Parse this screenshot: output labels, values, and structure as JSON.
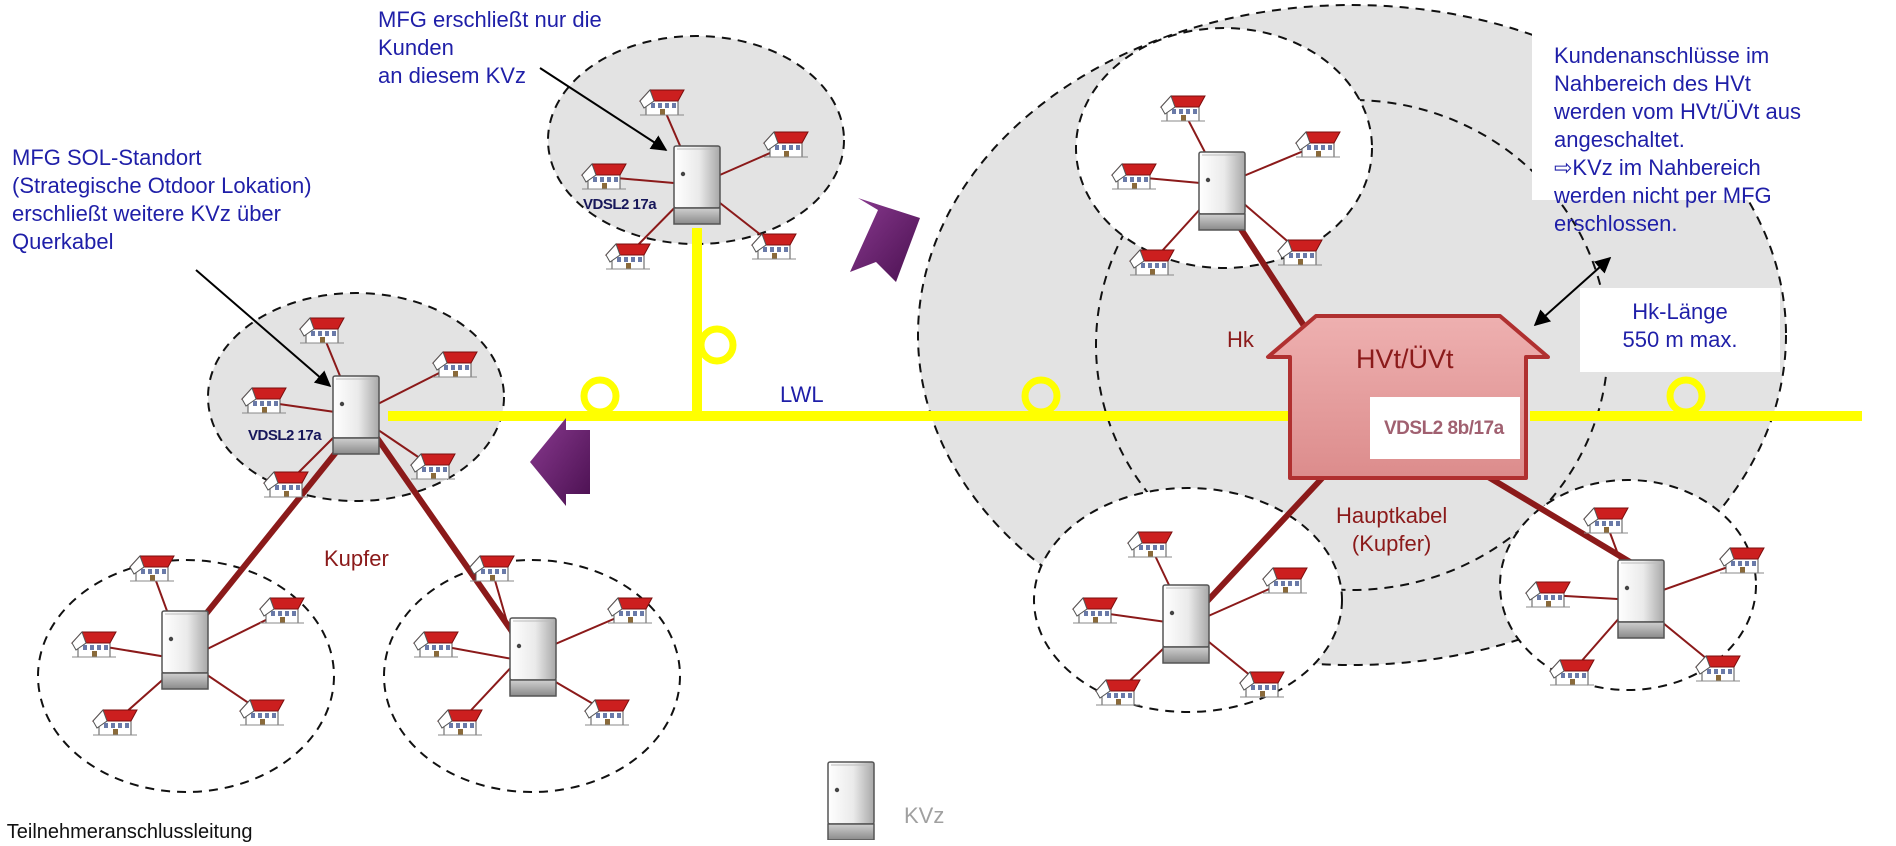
{
  "labels": {
    "mfg_kvz_note": "MFG erschließt nur die\nKunden\nan diesem KVz",
    "sol_note": "MFG SOL-Standort\n(Strategische Otdoor Lokation)\nerschließt weitere KVz über\nQuerkabel",
    "vdsl_kvz_1": "VDSL2 17a",
    "vdsl_kvz_2": "VDSL2 17a",
    "lwl": "LWL",
    "kupfer": "Kupfer",
    "hk": "Hk",
    "hvt": "HVt/ÜVt",
    "hvt_vdsl": "VDSL2 8b/17a",
    "hauptkabel": "Hauptkabel\n(Kupfer)",
    "hk_laenge": "Hk-Länge\n550 m max.",
    "nahbereich_note": "Kundenanschlüsse im\nNahbereich des HVt\nwerden vom HVt/ÜVt aus\nangeschaltet.\n⇨KVz im Nahbereich\nwerden nicht per MFG\nerschlossen.",
    "legend_kvz": "KVz",
    "legend_tal": ": Teilnehmeranschlussleitung"
  },
  "colors": {
    "fiber": "#ffff00",
    "copper": "#8b1a1a",
    "area_fill": "#e3e3e3",
    "hvt_fill": "#e8a0a0",
    "hvt_stroke": "#b03030",
    "arrow": "#6b2070",
    "text_blue": "#1f1fa8"
  }
}
